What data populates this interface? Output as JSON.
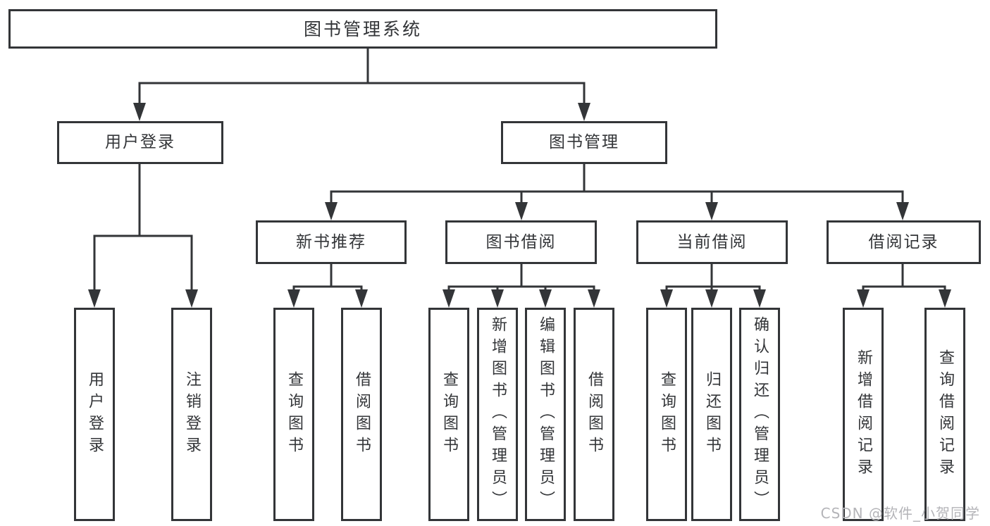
{
  "diagram": {
    "root": {
      "label": "图书管理系统"
    },
    "branches": [
      {
        "label": "用户登录",
        "children": [
          "用户登录",
          "注销登录"
        ]
      },
      {
        "label": "图书管理",
        "sections": [
          {
            "label": "新书推荐",
            "children": [
              "查询图书",
              "借阅图书"
            ]
          },
          {
            "label": "图书借阅",
            "children": [
              "查询图书",
              "新增图书（管理员）",
              "编辑图书（管理员）",
              "借阅图书"
            ]
          },
          {
            "label": "当前借阅",
            "children": [
              "查询图书",
              "归还图书",
              "确认归还（管理员）"
            ]
          },
          {
            "label": "借阅记录",
            "children": [
              "新增借阅记录",
              "查询借阅记录"
            ]
          }
        ]
      }
    ],
    "watermark": "CSDN @软件_小贺同学",
    "colors": {
      "line": "#333538",
      "text": "#333538",
      "box_fill": "#ffffff",
      "background": "#ffffff",
      "watermark": "#b4b4b8"
    }
  }
}
